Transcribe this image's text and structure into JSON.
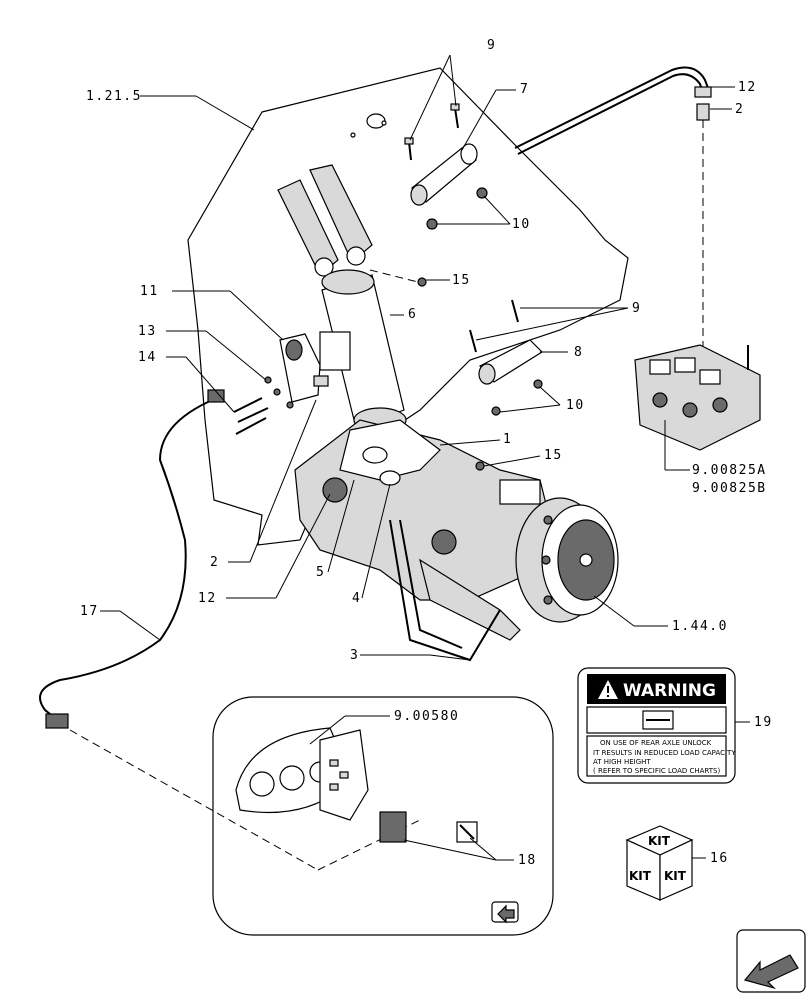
{
  "callouts": {
    "c_1_21_5": "1.21.5",
    "c_9_top": "9",
    "c_7": "7",
    "c_12_top": "12",
    "c_2_top": "2",
    "c_10_top": "10",
    "c_15_top": "15",
    "c_11": "11",
    "c_6": "6",
    "c_9_mid": "9",
    "c_13": "13",
    "c_8": "8",
    "c_14": "14",
    "c_10_mid": "10",
    "c_1": "1",
    "c_15_mid": "15",
    "c_9_00825A": "9.00825A",
    "c_9_00825B": "9.00825B",
    "c_2_low": "2",
    "c_5": "5",
    "c_12_low": "12",
    "c_4": "4",
    "c_1_44_0": "1.44.0",
    "c_17": "17",
    "c_3": "3",
    "c_9_00580": "9.00580",
    "c_19": "19",
    "c_18": "18",
    "c_16": "16"
  },
  "warning_label": {
    "heading": "WARNING",
    "line1": "ON USE OF REAR AXLE UNLOCK",
    "line2": "IT RESULTS IN REDUCED LOAD CAPACITY",
    "line3": "AT HIGH HEIGHT",
    "line4": "( REFER TO SPECIFIC LOAD CHARTS)"
  },
  "kit_box": {
    "face_top": "KIT",
    "face_left": "KIT",
    "face_right": "KIT"
  }
}
